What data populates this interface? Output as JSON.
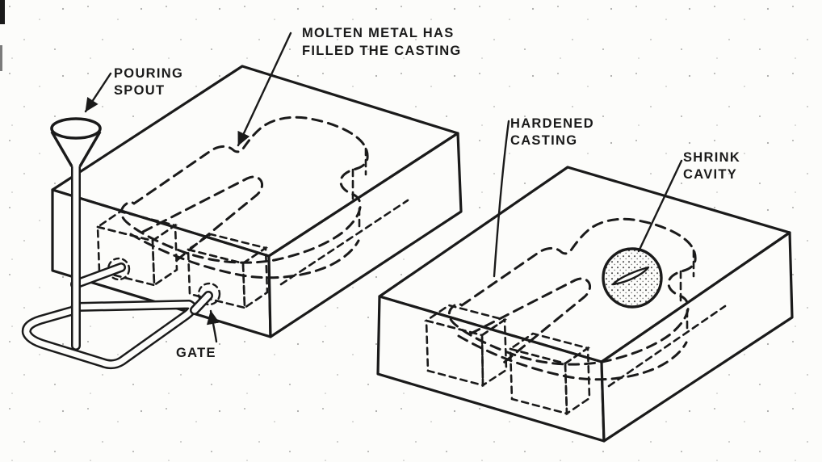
{
  "colors": {
    "ink": "#1a1a1a",
    "paper": "#fcfcfa"
  },
  "labels": {
    "pouring_spout": {
      "line1": "POURING",
      "line2": "SPOUT"
    },
    "molten_metal": {
      "line1": "MOLTEN METAL HAS",
      "line2": "FILLED THE CASTING"
    },
    "gate": {
      "text": "GATE"
    },
    "hardened_casting": {
      "line1": "HARDENED",
      "line2": "CASTING"
    },
    "shrink_cavity": {
      "line1": "SHRINK",
      "line2": "CAVITY"
    }
  }
}
